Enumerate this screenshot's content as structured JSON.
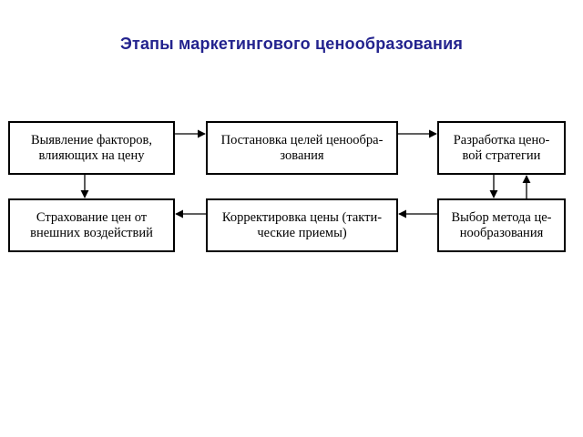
{
  "title": "Этапы маркетингового ценообразования",
  "nodes": [
    {
      "id": "b1",
      "label": "Выявление факторов,\nвлияющих на цену"
    },
    {
      "id": "b2",
      "label": "Постановка целей ценообра-\nзования"
    },
    {
      "id": "b3",
      "label": "Разработка цено-\nвой стратегии"
    },
    {
      "id": "b4",
      "label": "Страхование цен от\nвнешних воздействий"
    },
    {
      "id": "b5",
      "label": "Корректировка цены (такти-\nческие приемы)"
    },
    {
      "id": "b6",
      "label": "Выбор метода це-\nнообразования"
    }
  ],
  "edges": [
    {
      "from": "b1",
      "to": "b2"
    },
    {
      "from": "b2",
      "to": "b3"
    },
    {
      "from": "b3",
      "to": "b6"
    },
    {
      "from": "b6",
      "to": "b3"
    },
    {
      "from": "b6",
      "to": "b5"
    },
    {
      "from": "b5",
      "to": "b4"
    },
    {
      "from": "b1",
      "to": "b4"
    }
  ],
  "colors": {
    "title": "#23238e",
    "stroke": "#000000"
  }
}
